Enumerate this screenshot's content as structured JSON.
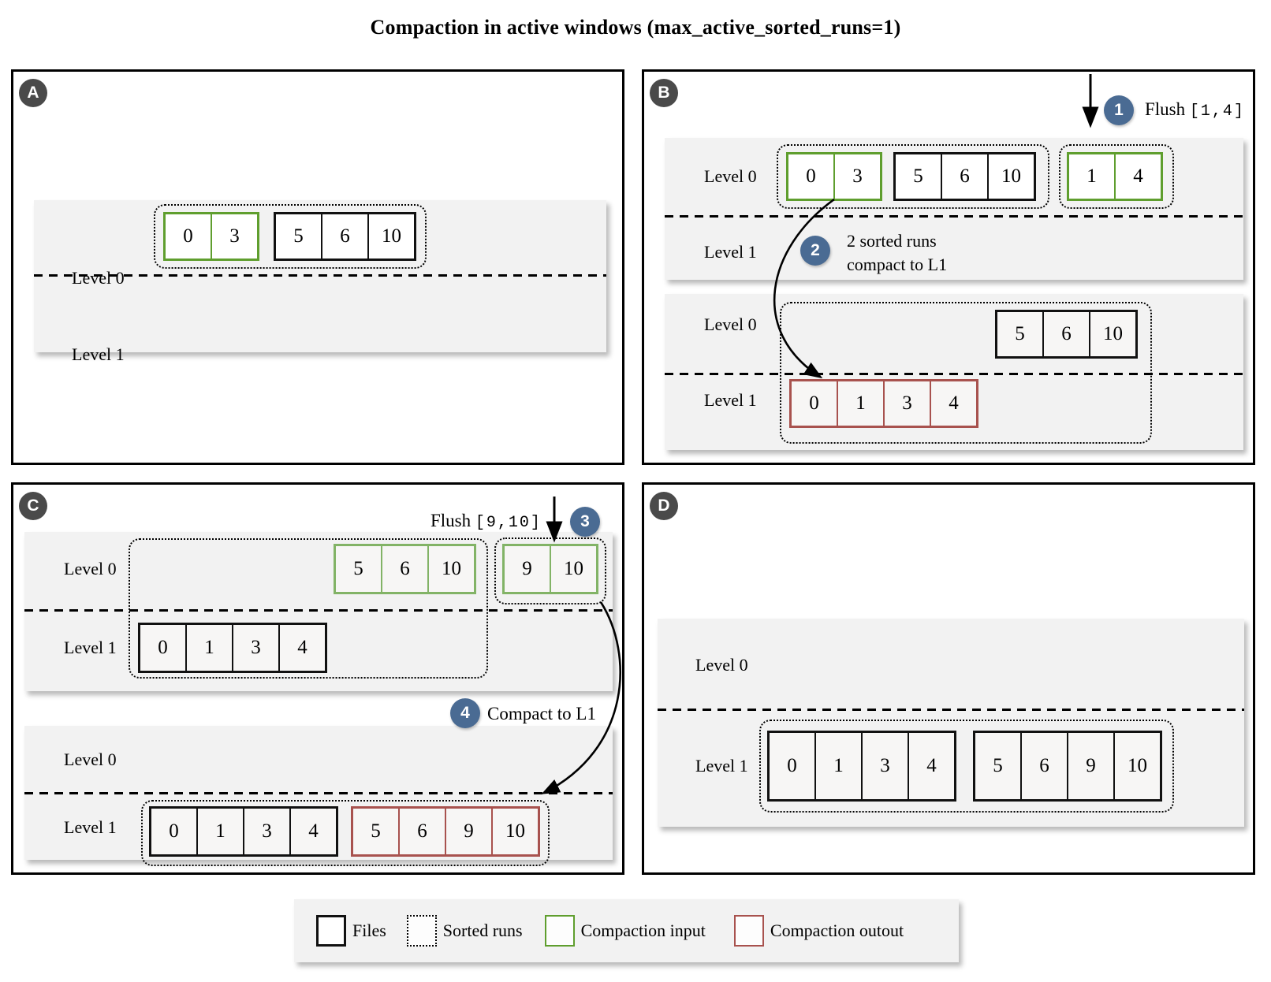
{
  "title": "Compaction in active windows (max_active_sorted_runs=1)",
  "labels": {
    "level0": "Level 0",
    "level1": "Level 1"
  },
  "steps": {
    "s1": {
      "num": "1",
      "action": "Flush",
      "range": "[1,4]"
    },
    "s2": {
      "num": "2",
      "line1": "2 sorted runs",
      "line2": "compact to L1"
    },
    "s3": {
      "num": "3",
      "action": "Flush",
      "range": "[9,10]"
    },
    "s4": {
      "num": "4",
      "action": "Compact to L1"
    }
  },
  "panels": {
    "a": {
      "badge": "A",
      "run1": {
        "input_file": [
          "0",
          "3"
        ],
        "file": [
          "5",
          "6",
          "10"
        ]
      }
    },
    "b": {
      "badge": "B",
      "top": {
        "run1": {
          "input_file": [
            "0",
            "3"
          ],
          "file": [
            "5",
            "6",
            "10"
          ]
        },
        "flush_run": {
          "input_file": [
            "1",
            "4"
          ]
        }
      },
      "bottom": {
        "run": {
          "level0_file": [
            "5",
            "6",
            "10"
          ],
          "level1_output_file": [
            "0",
            "1",
            "3",
            "4"
          ]
        }
      }
    },
    "c": {
      "badge": "C",
      "top": {
        "run": {
          "level0_input_file": [
            "5",
            "6",
            "10"
          ],
          "level1_file": [
            "0",
            "1",
            "3",
            "4"
          ]
        },
        "flush_run": {
          "input_file": [
            "9",
            "10"
          ]
        }
      },
      "bottom": {
        "run": {
          "file": [
            "0",
            "1",
            "3",
            "4"
          ],
          "output_file": [
            "5",
            "6",
            "9",
            "10"
          ]
        }
      }
    },
    "d": {
      "badge": "D",
      "run": {
        "file1": [
          "0",
          "1",
          "3",
          "4"
        ],
        "file2": [
          "5",
          "6",
          "9",
          "10"
        ]
      }
    }
  },
  "legend": {
    "files": "Files",
    "sorted_runs": "Sorted runs",
    "compaction_input": "Compaction input",
    "compaction_output": "Compaction outout"
  },
  "colors": {
    "file_border": "#111111",
    "compaction_input_border": "#5f9e2e",
    "compaction_input_border_light": "#82b366",
    "compaction_output_border": "#a8524e",
    "step_badge_bg": "#4a6b93",
    "panel_badge_bg": "#4a4a4a",
    "lane_bg": "#f2f2f2"
  }
}
